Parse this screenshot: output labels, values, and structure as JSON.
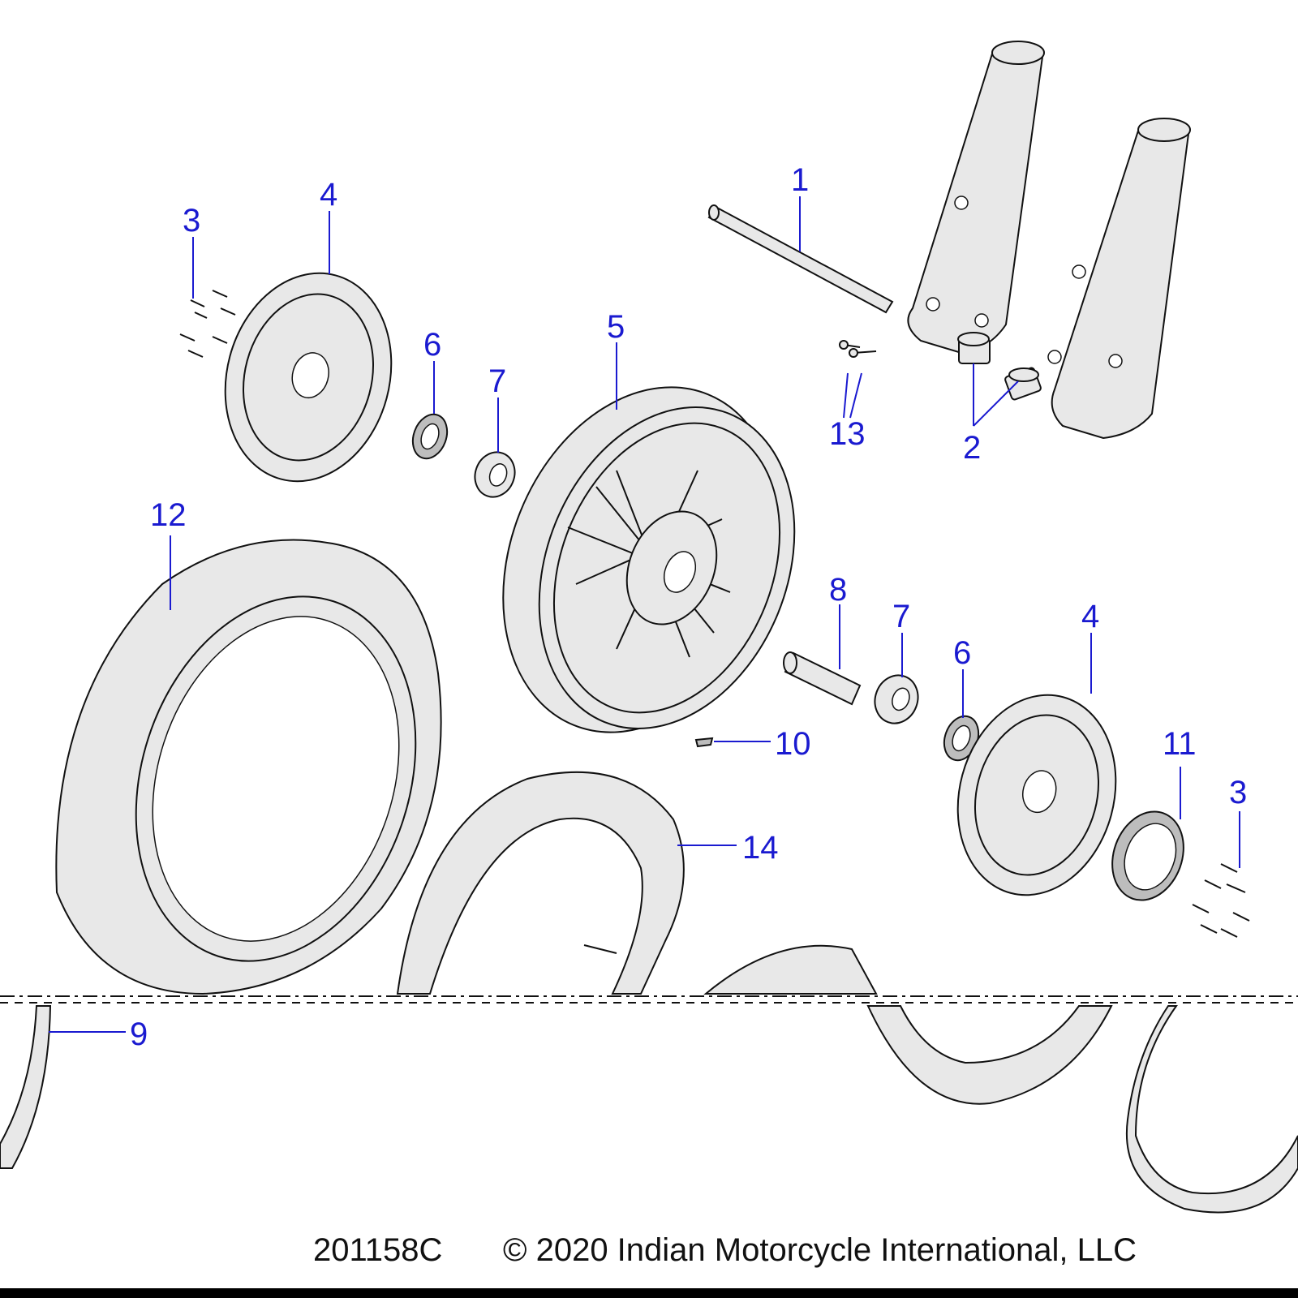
{
  "diagram": {
    "drawing_number": "201158C",
    "copyright": "© 2020 Indian Motorcycle International, LLC",
    "callouts": [
      "1",
      "2",
      "3",
      "4",
      "5",
      "6",
      "7",
      "8",
      "9",
      "10",
      "11",
      "12",
      "13",
      "14",
      "7",
      "6",
      "4",
      "3"
    ]
  }
}
